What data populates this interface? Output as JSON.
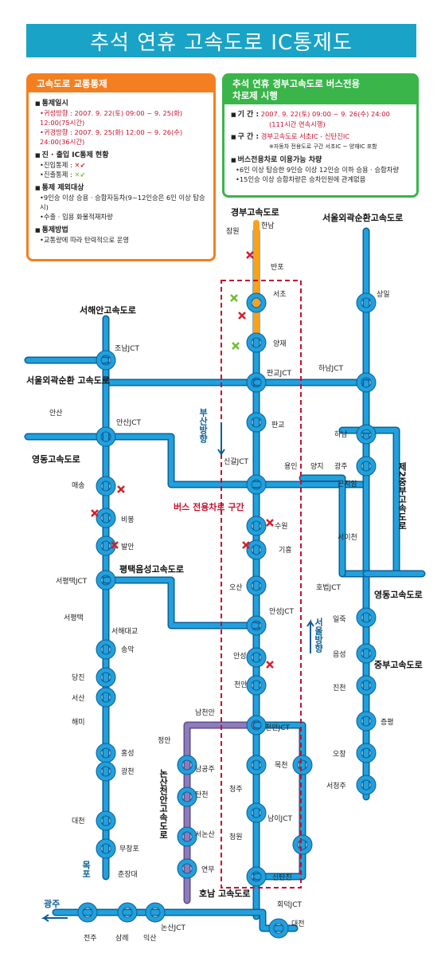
{
  "title": "추석 연휴 고속도로 IC통제도",
  "left_box": {
    "header": "고속도로 교통통제",
    "sec1": "통제일시",
    "sec1_items": [
      "귀성방향 : 2007. 9. 22(토) 09:00 ~ 9. 25(화) 12:00(75시간)",
      "귀경방향 : 2007. 9. 25(화) 12:00 ~ 9. 26(수) 24:00(36시간)"
    ],
    "sec2": "진 · 출입 IC통제 현황",
    "sec2_items": [
      "진입통제 :",
      "진출통제 :"
    ],
    "sec3": "통제 제외대상",
    "sec3_items": [
      "9인승 이상 승용 · 승합자동차(9~12인승은 6인 이상 탑승시)",
      "수출 · 입용 화물적재차량"
    ],
    "sec4": "통제방법",
    "sec4_items": [
      "교통량에 따라 탄력적으로 운영"
    ]
  },
  "right_box": {
    "header_line1": "추석 연휴 경부고속도로 버스전용",
    "header_line2": "차로제 시행",
    "k1": "기      간 :",
    "v1": "2007. 9. 22(토) 09:00 ~ 9. 26(수) 24:00",
    "v1b": "(111시간 연속시행)",
    "k2": "구      간 :",
    "v2": "경부고속도로 서초IC - 신탄진IC",
    "v2note": "※자동차 전용도로 구간 서초IC ~ 양재IC 포함",
    "sec": "버스전용차로 이용가능 차량",
    "items": [
      "6인 이상 탑승한 9인승 이상 12인승 이하 승용 · 승합차량",
      "15인승 이상 승합차량은 승차인원에 관계없음"
    ]
  },
  "map": {
    "highways": [
      "경부고속도로",
      "서울외곽순환고속도로",
      "서해안고속도로",
      "서울외곽순환 고속도로",
      "영동고속도로",
      "평택음성고속도로",
      "제2중부고속도로",
      "영동고속도로",
      "중부고속도로",
      "논산천안고속도로",
      "호남 고속도로"
    ],
    "bus_lane_label": "버스 전용차로 구간",
    "dir_busan": "부산방향",
    "dir_seoul": "서울방향",
    "dir_mokpo": "목포",
    "dir_gwangju": "광주",
    "places": [
      "잠원",
      "한남",
      "반포",
      "서초",
      "양재",
      "판교JCT",
      "판교",
      "신갈JCT",
      "수원",
      "기흥",
      "오산",
      "안성JCT",
      "안성",
      "천안",
      "남천안",
      "천안JCT",
      "목천",
      "청주",
      "남이JCT",
      "청원",
      "신탄진",
      "회덕JCT",
      "대전",
      "상일",
      "하남JCT",
      "하남",
      "광주",
      "곤지암",
      "서이천",
      "양지",
      "용인",
      "호법JCT",
      "일죽",
      "음성",
      "진천",
      "증평",
      "오창",
      "서청주",
      "조남JCT",
      "안산",
      "안산JCT",
      "매송",
      "비봉",
      "발안",
      "서평택JCT",
      "서평택",
      "서해대교",
      "송악",
      "당진",
      "서산",
      "해미",
      "홍성",
      "광천",
      "대천",
      "무창포",
      "춘장대",
      "정안",
      "남공주",
      "탄천",
      "서논산",
      "연무",
      "논산JCT",
      "익산",
      "삼례",
      "전주"
    ],
    "route_colors": {
      "main": "#21a0dc",
      "outline": "#0b5f96",
      "gyeongbu_top": "#f7a21b",
      "nonsan": "#7c6aa8",
      "bus": "#c8102e"
    }
  }
}
